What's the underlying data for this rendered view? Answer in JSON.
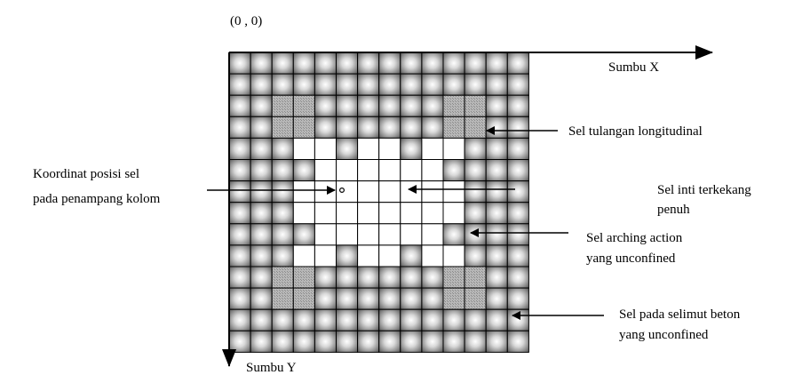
{
  "origin_label": "(0 , 0)",
  "axis_x_label": "Sumbu X",
  "axis_y_label": "Sumbu Y",
  "labels": {
    "longitudinal": "Sel tulangan longitudinal",
    "coordinate_line1": "Koordinat posisi  sel",
    "coordinate_line2": "pada penampang kolom",
    "core_line1": "Sel inti  terkekang",
    "core_line2": "penuh",
    "arching_line1": "Sel arching action",
    "arching_line2": "yang unconfined",
    "cover_line1": "Sel pada selimut beton",
    "cover_line2": "yang unconfined"
  },
  "grid": {
    "size": 14,
    "legend": {
      "C": "cover / arching cell (unconfined)",
      "W": "confined core cell",
      "S": "longitudinal reinforcement cell"
    },
    "rows": [
      "CCCCCCCCCCCCCC",
      "CCCCCCCCCCCCCC",
      "CCSSCCCCCCSSCC",
      "CCSSCCCCCCSSCC",
      "CCCWWCWWCWWCCC",
      "CCCCWWWWWWCCCC",
      "CCCWWWWWWWWCCC",
      "CCCWWWWWWWWCCC",
      "CCCCWWWWWWCCCC",
      "CCCWWCWWCWWCCC",
      "CCSSCCCCCCSSCC",
      "CCSSCCCCCCSSCC",
      "CCCCCCCCCCCCCC",
      "CCCCCCCCCCCCCC"
    ]
  },
  "colors": {
    "cover_cell_edge": "#555555",
    "cover_cell_center": "#ffffff",
    "rebar_cell": "#a9a9a9",
    "core_cell": "#ffffff",
    "grid_line": "#000000"
  }
}
